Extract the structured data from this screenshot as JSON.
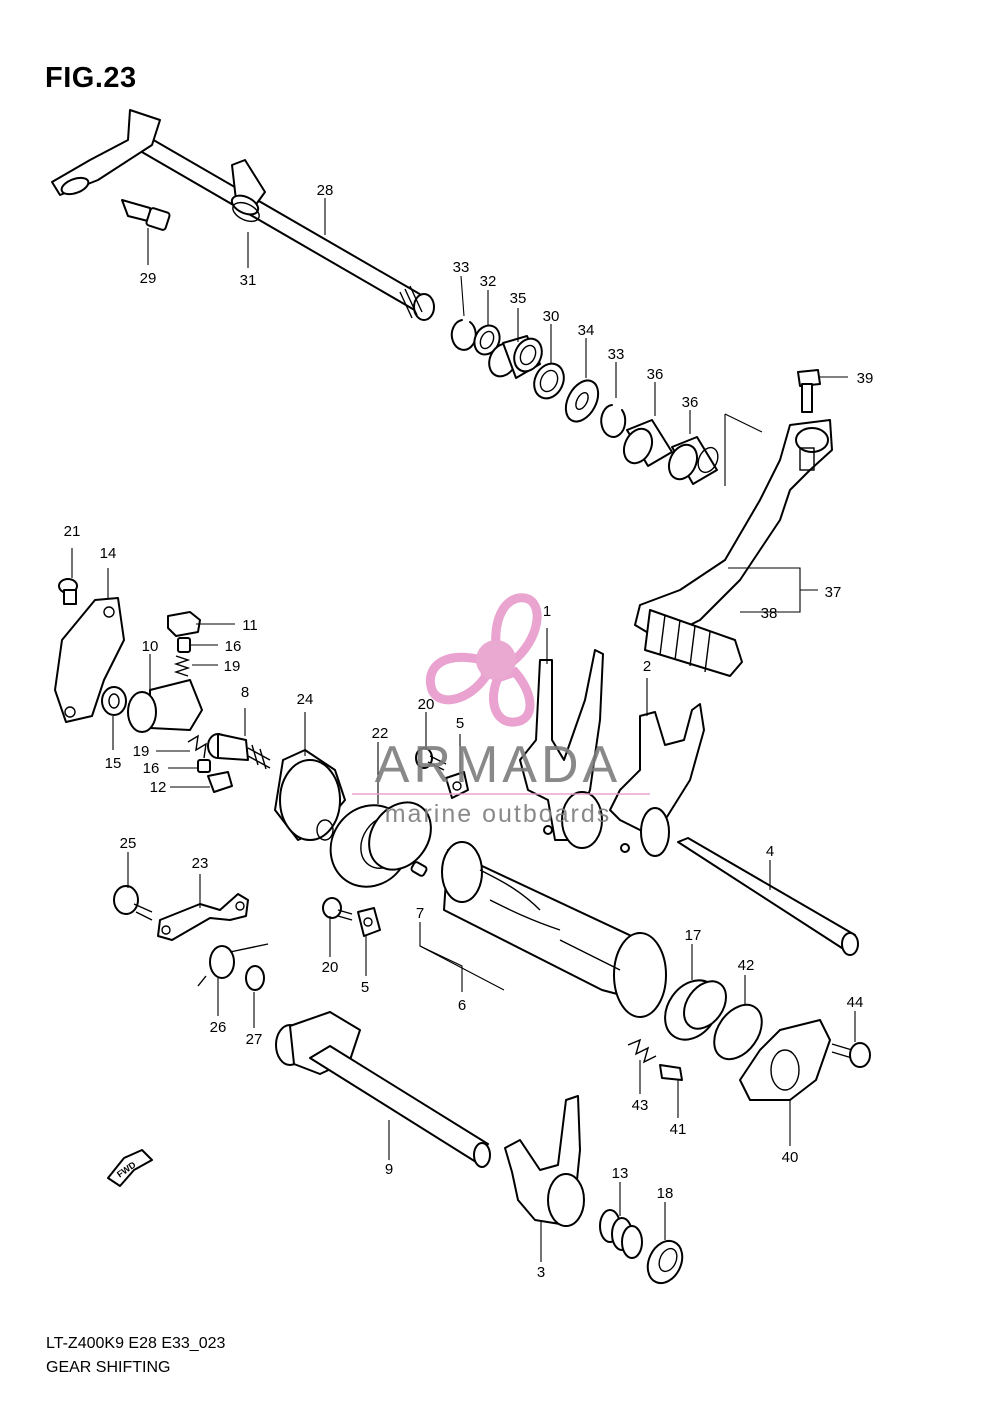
{
  "figure": {
    "title": "FIG.23"
  },
  "callouts": [
    {
      "id": "c28",
      "num": "28"
    },
    {
      "id": "c29",
      "num": "29"
    },
    {
      "id": "c31",
      "num": "31"
    },
    {
      "id": "c33a",
      "num": "33"
    },
    {
      "id": "c32",
      "num": "32"
    },
    {
      "id": "c35",
      "num": "35"
    },
    {
      "id": "c30",
      "num": "30"
    },
    {
      "id": "c34",
      "num": "34"
    },
    {
      "id": "c33b",
      "num": "33"
    },
    {
      "id": "c36a",
      "num": "36"
    },
    {
      "id": "c36b",
      "num": "36"
    },
    {
      "id": "c39",
      "num": "39"
    },
    {
      "id": "c37",
      "num": "37"
    },
    {
      "id": "c38",
      "num": "38"
    },
    {
      "id": "c21",
      "num": "21"
    },
    {
      "id": "c14",
      "num": "14"
    },
    {
      "id": "c11",
      "num": "11"
    },
    {
      "id": "c16a",
      "num": "16"
    },
    {
      "id": "c10",
      "num": "10"
    },
    {
      "id": "c19a",
      "num": "19"
    },
    {
      "id": "c8",
      "num": "8"
    },
    {
      "id": "c24",
      "num": "24"
    },
    {
      "id": "c22",
      "num": "22"
    },
    {
      "id": "c20a",
      "num": "20"
    },
    {
      "id": "c5a",
      "num": "5"
    },
    {
      "id": "c1",
      "num": "1"
    },
    {
      "id": "c2",
      "num": "2"
    },
    {
      "id": "c15",
      "num": "15"
    },
    {
      "id": "c19b",
      "num": "19"
    },
    {
      "id": "c16b",
      "num": "16"
    },
    {
      "id": "c12",
      "num": "12"
    },
    {
      "id": "c4",
      "num": "4"
    },
    {
      "id": "c25",
      "num": "25"
    },
    {
      "id": "c23",
      "num": "23"
    },
    {
      "id": "c7",
      "num": "7"
    },
    {
      "id": "c20b",
      "num": "20"
    },
    {
      "id": "c5b",
      "num": "5"
    },
    {
      "id": "c6",
      "num": "6"
    },
    {
      "id": "c17",
      "num": "17"
    },
    {
      "id": "c42",
      "num": "42"
    },
    {
      "id": "c44",
      "num": "44"
    },
    {
      "id": "c26",
      "num": "26"
    },
    {
      "id": "c27",
      "num": "27"
    },
    {
      "id": "c43",
      "num": "43"
    },
    {
      "id": "c41",
      "num": "41"
    },
    {
      "id": "c40",
      "num": "40"
    },
    {
      "id": "c9",
      "num": "9"
    },
    {
      "id": "c13",
      "num": "13"
    },
    {
      "id": "c18",
      "num": "18"
    },
    {
      "id": "c3",
      "num": "3"
    }
  ],
  "direction_badge": "FWD",
  "watermark": {
    "brand": "ARMADA",
    "tagline": "marine outboards",
    "petal_color": "#e89acb",
    "hub_color": "#e7a0cd",
    "text_color": "#7d7d7d"
  },
  "caption": {
    "model_code": "LT-Z400K9 E28 E33_023",
    "section": "GEAR SHIFTING"
  }
}
